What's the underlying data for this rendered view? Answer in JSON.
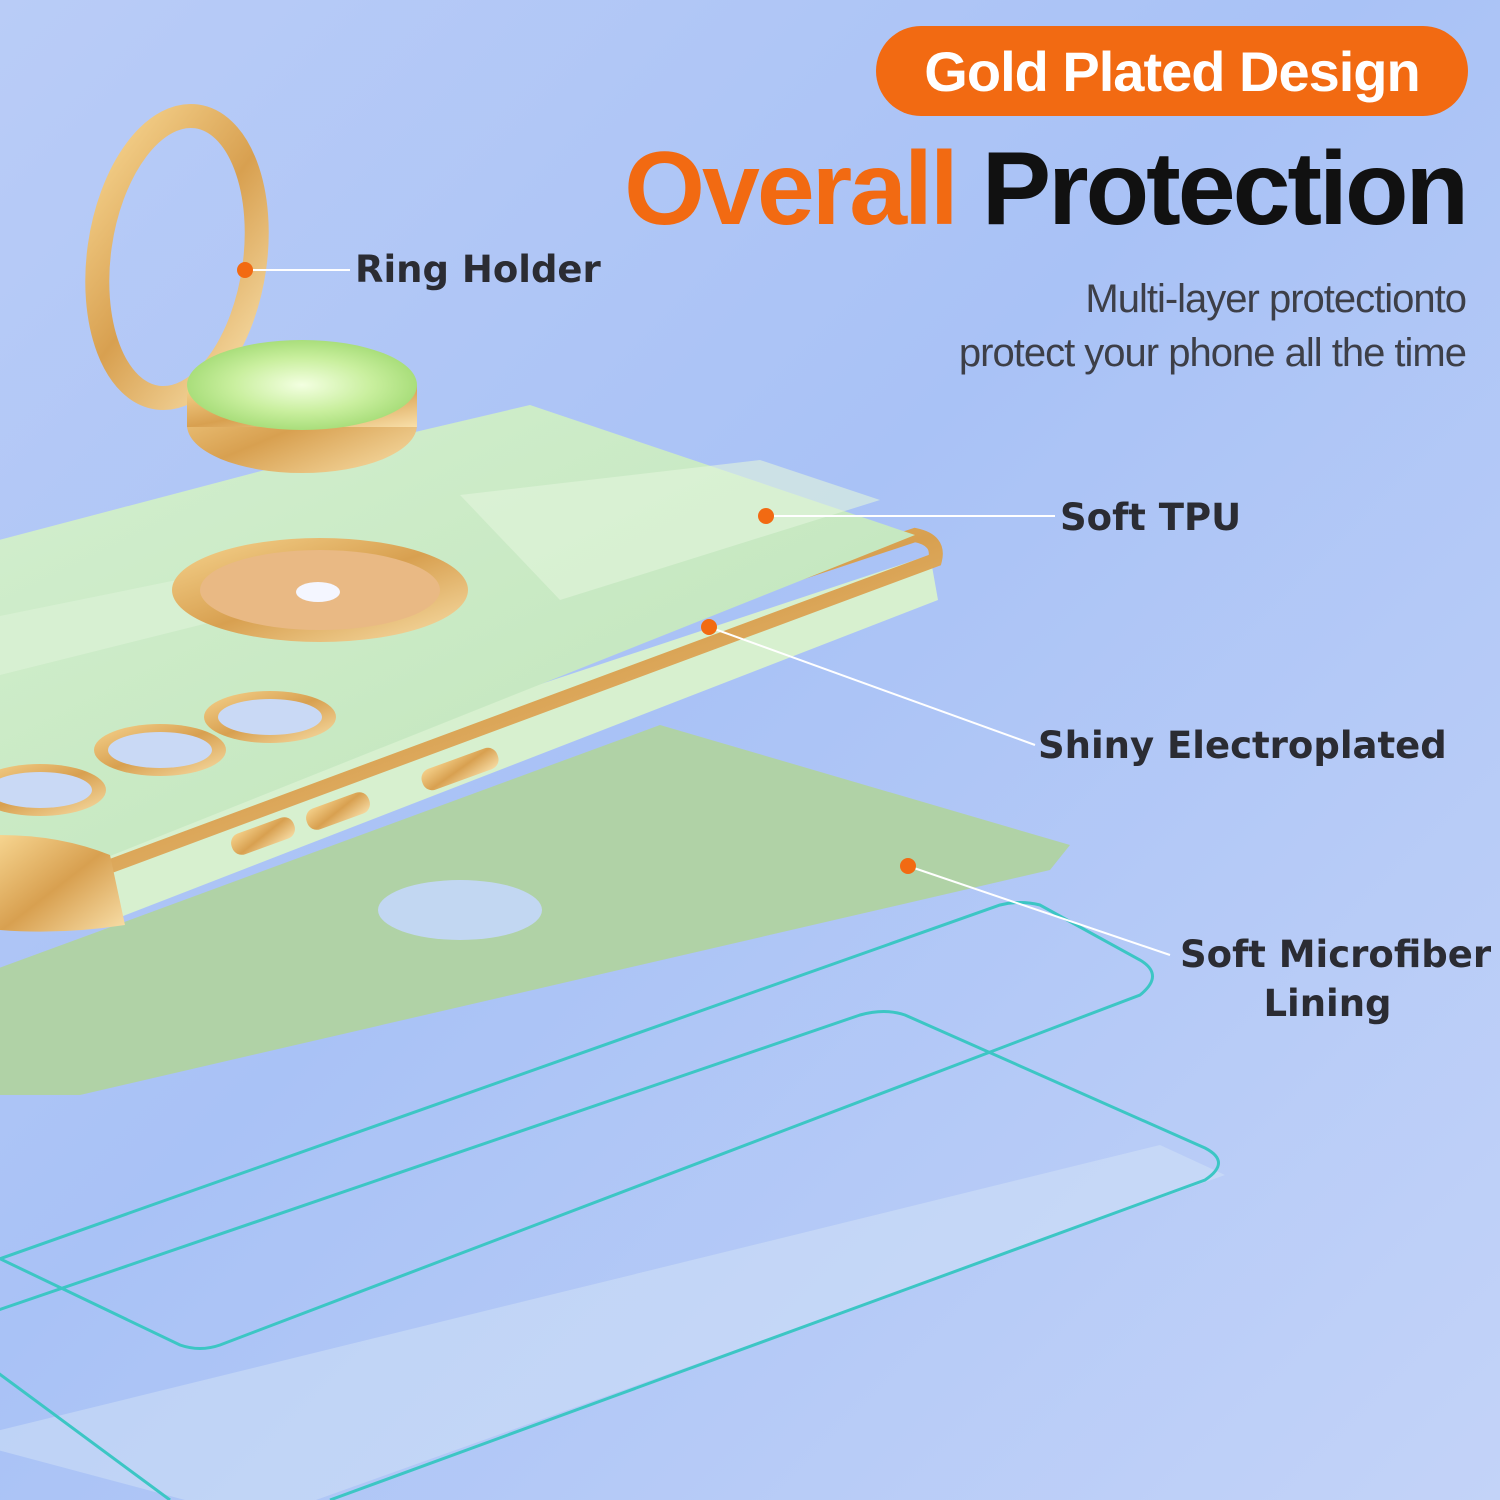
{
  "badge": {
    "text": "Gold Plated Design"
  },
  "headline": {
    "part1": "Overall",
    "part2": "Protection"
  },
  "subtitle": {
    "line1": "Multi-layer protectionto",
    "line2": "protect your phone all the time"
  },
  "callouts": {
    "ring_holder": "Ring Holder",
    "soft_tpu": "Soft TPU",
    "shiny_electroplated": "Shiny Electroplated",
    "microfiber_line1": "Soft Microfiber",
    "microfiber_line2": "Lining"
  },
  "colors": {
    "accent": "#f26a12",
    "case_green": "#c6e8c0",
    "lining_green": "#b0d2a6",
    "gold": "#d9a651",
    "glass_edge": "#3cc6c4"
  },
  "icons": [
    "ring-holder-illustration",
    "phone-case-illustration",
    "microfiber-lining-illustration",
    "screen-protector-illustration"
  ]
}
